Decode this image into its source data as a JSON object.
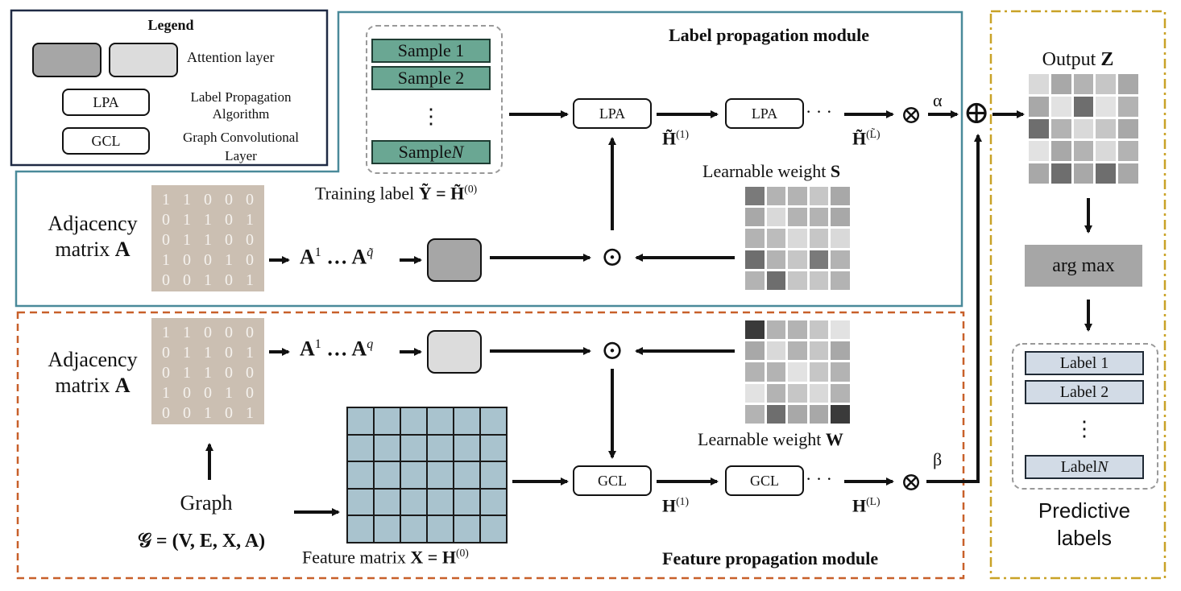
{
  "legend": {
    "title": "Legend",
    "attention_label": "Attention layer",
    "lpa_short": "LPA",
    "lpa_long_line1": "Label Propagation",
    "lpa_long_line2": "Algorithm",
    "gcl_short": "GCL",
    "gcl_long_line1": "Graph Convolutional",
    "gcl_long_line2": "Layer"
  },
  "label_module": {
    "title": "Label propagation module",
    "samples": [
      "Sample 1",
      "Sample 2",
      "⋮",
      "Sample "
    ],
    "sample_n": "N",
    "training_label_prefix": "Training label ",
    "training_label_eq": "Ỹ = H̃",
    "training_label_sup": "(0)",
    "lpa1": "LPA",
    "lpa2": "LPA",
    "dots": "· · ·",
    "h1": "H̃",
    "h1_sup": "(1)",
    "hL": "H̃",
    "hL_sup": "(L̃)",
    "alpha": "α",
    "weight_label_prefix": "Learnable weight ",
    "weight_label_sym": "S",
    "adj_line1": "Adjacency",
    "adj_line2": "matrix ",
    "adj_sym": "A",
    "powers": "A",
    "powers_sup1": "1",
    "powers_mid": " … A",
    "powers_sup2": "q̃"
  },
  "feature_module": {
    "title": "Feature propagation module",
    "adj_line1": "Adjacency",
    "adj_line2": "matrix ",
    "adj_sym": "A",
    "powers": "A",
    "powers_sup1": "1",
    "powers_mid": " … A",
    "powers_sup2": "q",
    "weight_label_prefix": "Learnable weight ",
    "weight_label_sym": "W",
    "graph_label": "Graph",
    "graph_eq": "𝒢 = (V, E, X, A)",
    "feature_label_prefix": "Feature matrix ",
    "feature_label_eq": "X = H",
    "feature_label_sup": "(0)",
    "gcl1": "GCL",
    "gcl2": "GCL",
    "dots": "· · ·",
    "h1": "H",
    "h1_sup": "(1)",
    "hL": "H",
    "hL_sup": "(L)",
    "beta": "β"
  },
  "output": {
    "title_prefix": "Output ",
    "title_sym": "Z",
    "argmax": "arg max",
    "labels": [
      "Label 1",
      "Label 2",
      "⋮",
      "Label "
    ],
    "label_n": "N",
    "pred_line1": "Predictive",
    "pred_line2": "labels"
  },
  "operators": {
    "hadamard": "⊙",
    "otimes": "⊗",
    "oplus": "⊕"
  },
  "matrices": {
    "adjacency_rows": [
      [
        "1",
        "1",
        "0",
        "0",
        "0"
      ],
      [
        "0",
        "1",
        "1",
        "0",
        "1"
      ],
      [
        "0",
        "1",
        "1",
        "0",
        "0"
      ],
      [
        "1",
        "0",
        "0",
        "1",
        "0"
      ],
      [
        "0",
        "0",
        "1",
        "0",
        "1"
      ]
    ]
  },
  "colors": {
    "label_border": "#4a8a9a",
    "feature_border": "#c8602a",
    "output_border": "#c9a227",
    "sample_fill": "#6aa793",
    "attention_dark": "#a6a6a6",
    "attention_light": "#dcdcdc",
    "argmax_fill": "#a6a6a6",
    "label_fill": "#d2dbe6",
    "feature_cell": "#a9c3ce",
    "matrix_fill": "#cbbfb2"
  }
}
